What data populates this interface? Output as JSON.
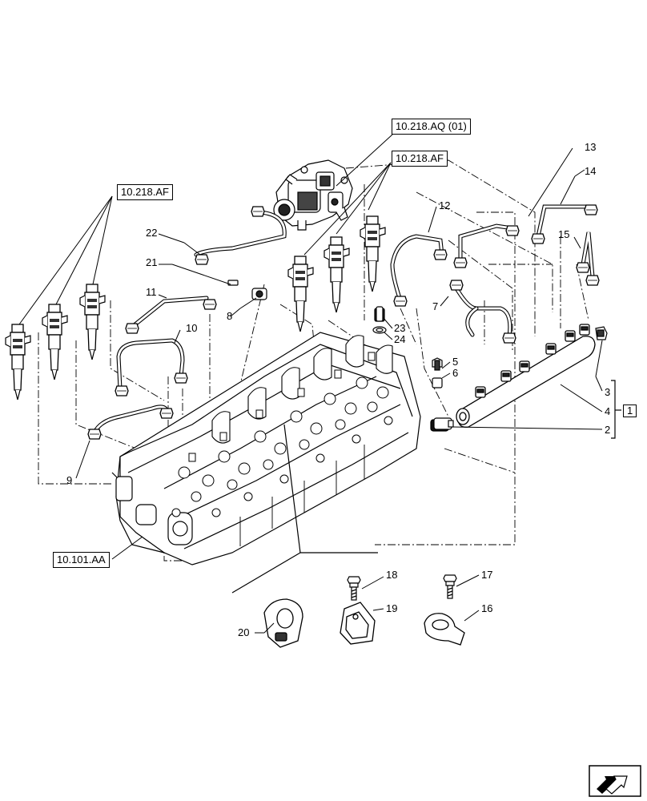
{
  "references": {
    "pump": "10.218.AQ (01)",
    "injectors_mid": "10.218.AF",
    "injectors_left": "10.218.AF",
    "head": "10.101.AA"
  },
  "callouts": {
    "p1": "1",
    "p2": "2",
    "p3": "3",
    "p4": "4",
    "p5": "5",
    "p6": "6",
    "p7": "7",
    "p8": "8",
    "p9": "9",
    "p10": "10",
    "p11": "11",
    "p12": "12",
    "p13": "13",
    "p14": "14",
    "p15": "15",
    "p16": "16",
    "p17": "17",
    "p18": "18",
    "p19": "19",
    "p20": "20",
    "p21": "21",
    "p22": "22",
    "p23": "23",
    "p24": "24"
  },
  "icons": {
    "nav": "next-page-arrow-icon"
  }
}
